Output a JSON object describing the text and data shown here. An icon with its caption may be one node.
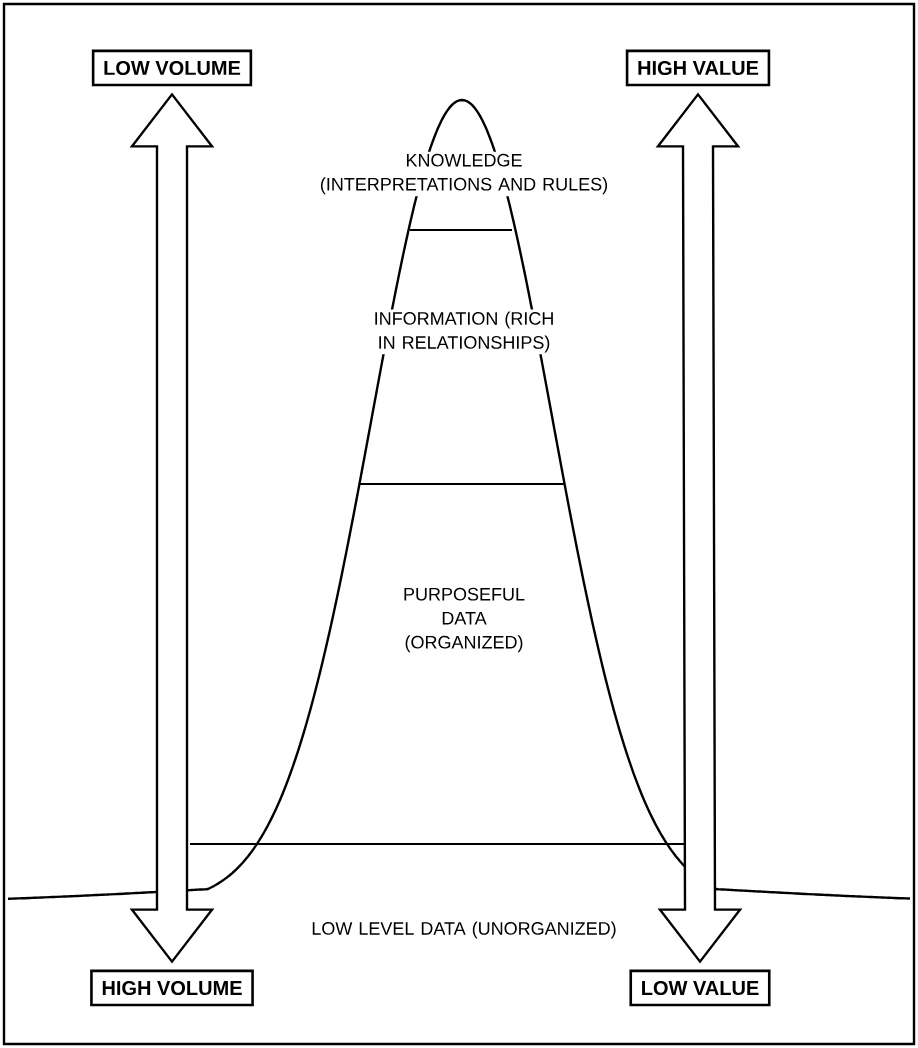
{
  "diagram": {
    "nodes": [
      {
        "text": [
          "LOW VOLUME"
        ]
      },
      {
        "text": [
          "HIGH VALUE"
        ]
      },
      {
        "text": [
          "KNOWLEDGE (INTERPRETATIONS AND RULES)"
        ]
      },
      {
        "text": [
          "INFORMATION (RICH IN RELATIONSHIPS)"
        ]
      },
      {
        "text": [
          "PURPOSEFUL DATA (ORGANIZED)"
        ]
      },
      {
        "text": [
          "LOW LEVEL DATA (UNORGANIZED)"
        ]
      },
      {
        "text": [
          "HIGH VOLUME"
        ]
      },
      {
        "text": [
          "LOW VALUE"
        ]
      }
    ],
    "edges": [
      {
        "from": 0,
        "to": 6,
        "arrow": "both"
      },
      {
        "from": 1,
        "to": 7,
        "arrow": "both"
      }
    ]
  }
}
